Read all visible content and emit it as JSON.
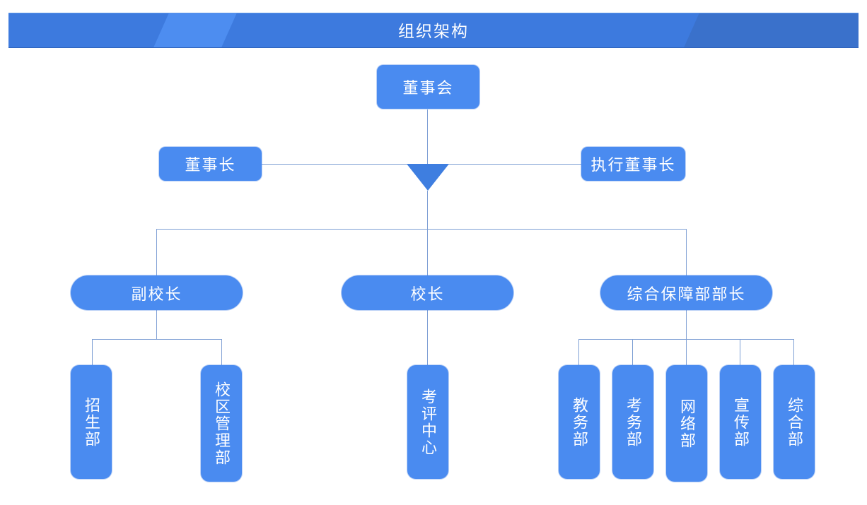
{
  "header": {
    "title": "组织架构"
  },
  "theme": {
    "banner_base": "#3d7ade",
    "banner_stripe_light": "#4d8df0",
    "banner_stripe_dark": "#3a71cb",
    "node_fill": "#4a8bf0",
    "node_text": "#ffffff",
    "connector": "#7e9fd4",
    "marker": "#3e7ee0",
    "page_background": "#ffffff"
  },
  "chart_data": {
    "type": "diagram",
    "title": "组织架构",
    "orientation": "top-down",
    "levels": [
      {
        "level": 1,
        "nodes": [
          {
            "id": "board",
            "label": "董事会",
            "shape": "rounded-rect"
          }
        ]
      },
      {
        "level": 2,
        "nodes": [
          {
            "id": "chairman",
            "label": "董事长",
            "shape": "rounded-rect"
          },
          {
            "id": "exec-chairman",
            "label": "执行董事长",
            "shape": "rounded-rect"
          }
        ]
      },
      {
        "level": 3,
        "nodes": [
          {
            "id": "vice-principal",
            "label": "副校长",
            "shape": "pill"
          },
          {
            "id": "principal",
            "label": "校长",
            "shape": "pill"
          },
          {
            "id": "support-head",
            "label": "综合保障部部长",
            "shape": "pill"
          }
        ]
      },
      {
        "level": 4,
        "nodes": [
          {
            "id": "admissions",
            "label": "招生部",
            "shape": "vertical-rect",
            "parent": "vice-principal"
          },
          {
            "id": "campus-mgmt",
            "label": "校区管理部",
            "shape": "vertical-rect",
            "parent": "vice-principal"
          },
          {
            "id": "assessment-center",
            "label": "考评中心",
            "shape": "vertical-rect",
            "parent": "principal"
          },
          {
            "id": "academic-affairs",
            "label": "教务部",
            "shape": "vertical-rect",
            "parent": "support-head"
          },
          {
            "id": "exam-affairs",
            "label": "考务部",
            "shape": "vertical-rect",
            "parent": "support-head"
          },
          {
            "id": "network",
            "label": "网络部",
            "shape": "vertical-rect",
            "parent": "support-head"
          },
          {
            "id": "publicity",
            "label": "宣传部",
            "shape": "vertical-rect",
            "parent": "support-head"
          },
          {
            "id": "general",
            "label": "综合部",
            "shape": "vertical-rect",
            "parent": "support-head"
          }
        ]
      }
    ],
    "nodes": {
      "board": "董事会",
      "chairman": "董事长",
      "exec_chairman": "执行董事长",
      "vice_principal": "副校长",
      "principal": "校长",
      "support_head": "综合保障部部长",
      "admissions": "招生部",
      "campus_mgmt": "校区管理部",
      "assessment_center": "考评中心",
      "academic_affairs": "教务部",
      "exam_affairs": "考务部",
      "network": "网络部",
      "publicity": "宣传部",
      "general": "综合部"
    }
  }
}
